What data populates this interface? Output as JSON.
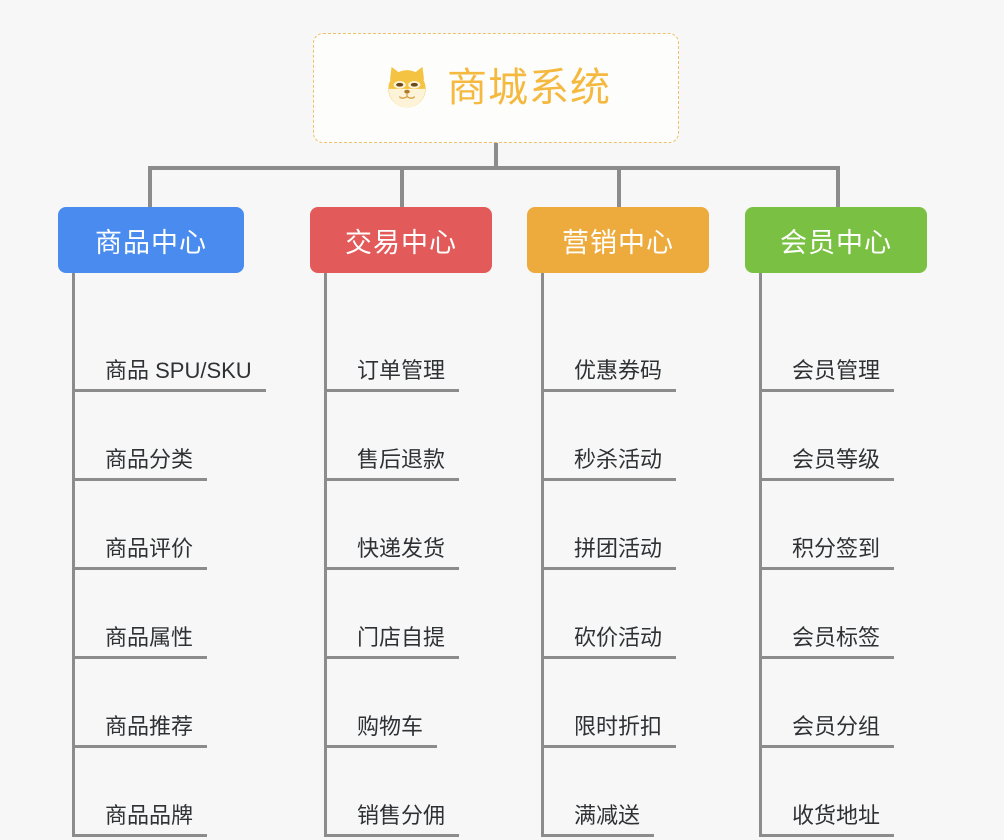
{
  "root": {
    "title": "商城系统",
    "icon": "shiba-dog-face-icon",
    "border_color": "#f0c066",
    "text_color": "#f5b93f"
  },
  "canvas": {
    "background": "#f7f7f7",
    "connector_color": "#8c8c8c"
  },
  "branches": [
    {
      "label": "商品中心",
      "color": "#4a8bf0",
      "children": [
        {
          "label": "商品 SPU/SKU"
        },
        {
          "label": "商品分类"
        },
        {
          "label": "商品评价"
        },
        {
          "label": "商品属性"
        },
        {
          "label": "商品推荐"
        },
        {
          "label": "商品品牌"
        }
      ]
    },
    {
      "label": "交易中心",
      "color": "#e35a5a",
      "children": [
        {
          "label": "订单管理"
        },
        {
          "label": "售后退款"
        },
        {
          "label": "快递发货"
        },
        {
          "label": "门店自提"
        },
        {
          "label": "购物车"
        },
        {
          "label": "销售分佣"
        }
      ]
    },
    {
      "label": "营销中心",
      "color": "#eeab3d",
      "children": [
        {
          "label": "优惠券码"
        },
        {
          "label": "秒杀活动"
        },
        {
          "label": "拼团活动"
        },
        {
          "label": "砍价活动"
        },
        {
          "label": "限时折扣"
        },
        {
          "label": "满减送"
        }
      ]
    },
    {
      "label": "会员中心",
      "color": "#7ac143",
      "children": [
        {
          "label": "会员管理"
        },
        {
          "label": "会员等级"
        },
        {
          "label": "积分签到"
        },
        {
          "label": "会员标签"
        },
        {
          "label": "会员分组"
        },
        {
          "label": "收货地址"
        }
      ]
    }
  ]
}
